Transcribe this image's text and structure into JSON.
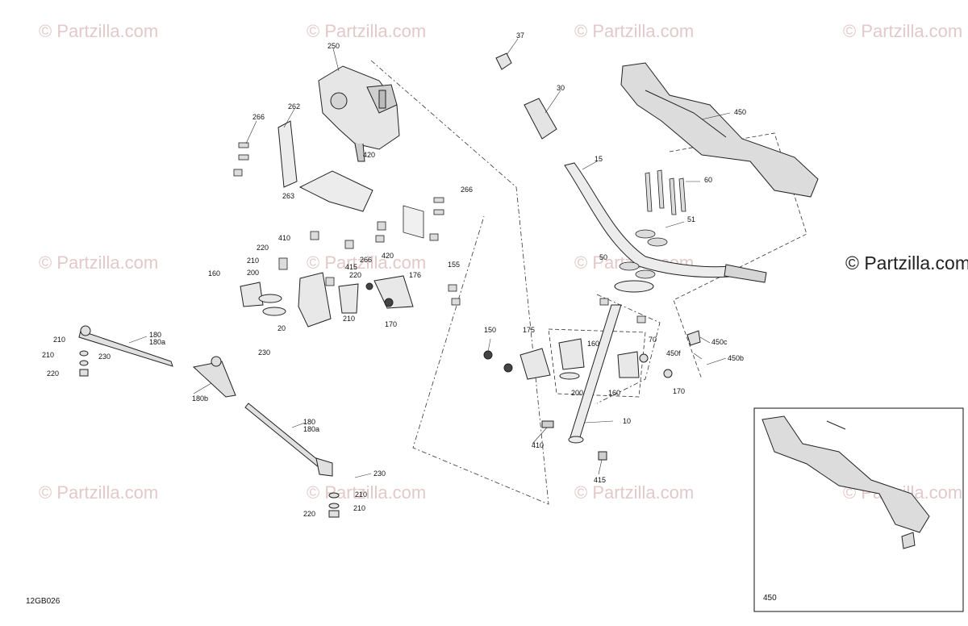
{
  "watermark": "© Partzilla.com",
  "brand": "© Partzilla.com",
  "drawing_code": "12GB026",
  "inset_label": "450",
  "callouts": [
    "37",
    "30",
    "250",
    "262",
    "266",
    "420",
    "263",
    "266",
    "410",
    "220",
    "210",
    "200",
    "160",
    "415",
    "220",
    "20",
    "210",
    "266",
    "420",
    "176",
    "155",
    "170",
    "180",
    "180a",
    "210",
    "230",
    "210",
    "220",
    "230",
    "180b",
    "180",
    "180a",
    "230",
    "210",
    "210",
    "220",
    "15",
    "60",
    "51",
    "450",
    "50",
    "150",
    "175",
    "160",
    "200",
    "160",
    "70",
    "450c",
    "450f",
    "450b",
    "170",
    "10",
    "410",
    "415"
  ]
}
